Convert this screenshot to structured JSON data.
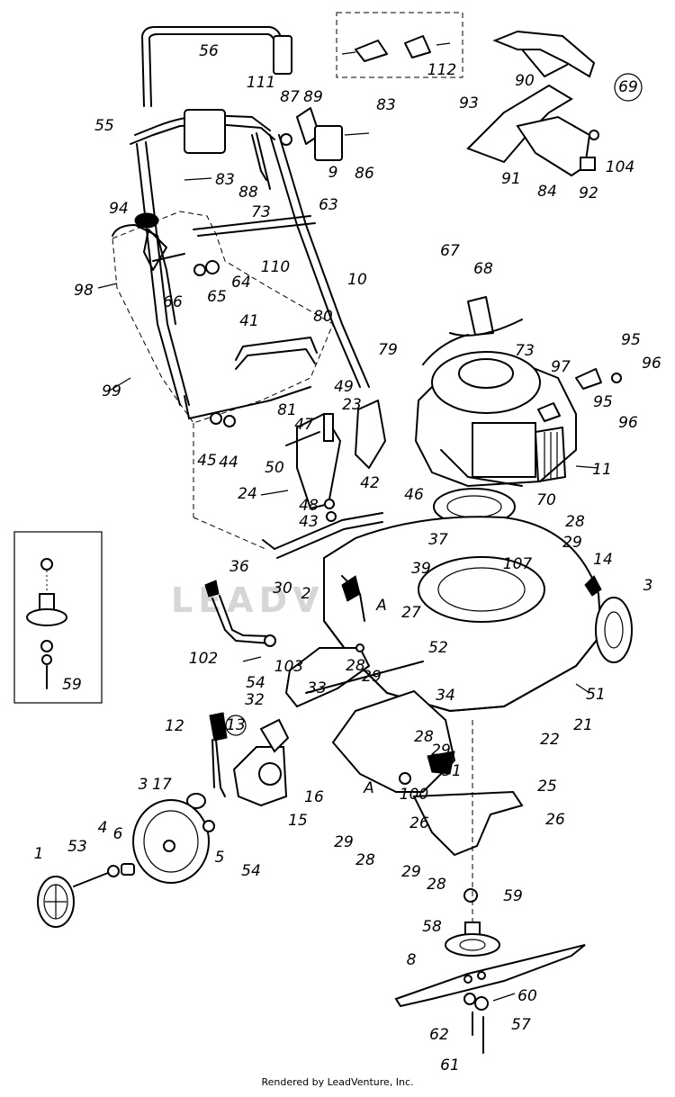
{
  "labels": [
    "56",
    "112",
    "90",
    "69",
    "111",
    "87",
    "89",
    "83",
    "55",
    "93",
    "9",
    "86",
    "104",
    "83",
    "88",
    "73",
    "91",
    "92",
    "84",
    "94",
    "63",
    "67",
    "68",
    "98",
    "66",
    "65",
    "110",
    "64",
    "10",
    "80",
    "41",
    "73",
    "95",
    "96",
    "97",
    "79",
    "99",
    "49",
    "23",
    "81",
    "47",
    "95",
    "96",
    "45",
    "44",
    "50",
    "42",
    "11",
    "24",
    "48",
    "43",
    "46",
    "70",
    "28",
    "29",
    "37",
    "36",
    "30",
    "39",
    "107",
    "14",
    "2",
    "A",
    "27",
    "3",
    "102",
    "54",
    "103",
    "52",
    "28",
    "29",
    "34",
    "32",
    "33",
    "51",
    "21",
    "22",
    "12",
    "13",
    "28",
    "29",
    "31",
    "17",
    "16",
    "A",
    "100",
    "25",
    "3",
    "15",
    "26",
    "26",
    "4",
    "6",
    "53",
    "5",
    "54",
    "29",
    "28",
    "29",
    "28",
    "1",
    "59",
    "58",
    "8",
    "60",
    "62",
    "57",
    "61",
    "59"
  ],
  "watermark": "LEADVENTURE",
  "footer": "Rendered by LeadVenture, Inc."
}
